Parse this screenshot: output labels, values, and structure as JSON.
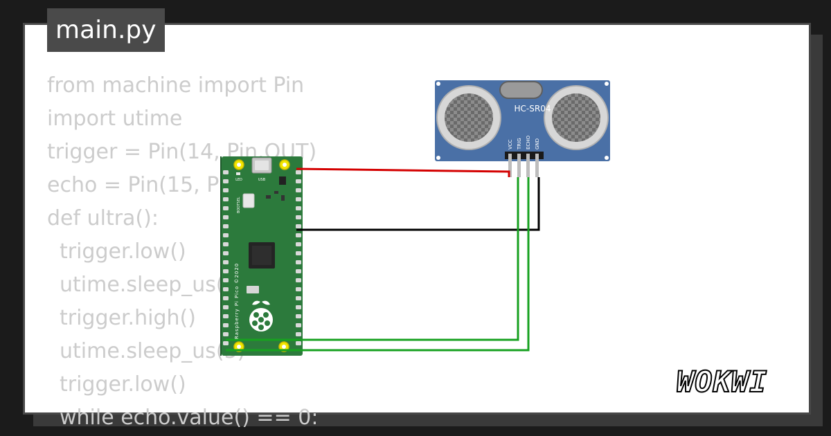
{
  "file_tab": {
    "name": "main.py"
  },
  "code_lines": [
    {
      "text": "from machine import Pin",
      "indent": false
    },
    {
      "text": "import utime",
      "indent": false
    },
    {
      "text": "trigger = Pin(14, Pin.OUT)",
      "indent": false
    },
    {
      "text": "echo = Pin(15, Pin.IN)",
      "indent": false
    },
    {
      "text": "def ultra():",
      "indent": false
    },
    {
      "text": "trigger.low()",
      "indent": true
    },
    {
      "text": "utime.sleep_us(2)",
      "indent": true
    },
    {
      "text": "trigger.high()",
      "indent": true
    },
    {
      "text": "utime.sleep_us(5)",
      "indent": true
    },
    {
      "text": "trigger.low()",
      "indent": true
    },
    {
      "text": "while echo.value() == 0:",
      "indent": true
    }
  ],
  "sensor": {
    "model": "HC-SR04",
    "pins": [
      "VCC",
      "TRIG",
      "ECHO",
      "GND"
    ]
  },
  "board": {
    "name": "Raspberry Pi Pico ©2020",
    "led_label": "LED",
    "usb_label": "USB",
    "bootsel_label": "BOOTSEL"
  },
  "brand": {
    "logo": "WOKWI"
  },
  "colors": {
    "pcb": "#2c7a3c",
    "sensor": "#4a70a6",
    "wire_power": "#d40000",
    "wire_ground": "#000000",
    "wire_signal": "#17a120"
  }
}
